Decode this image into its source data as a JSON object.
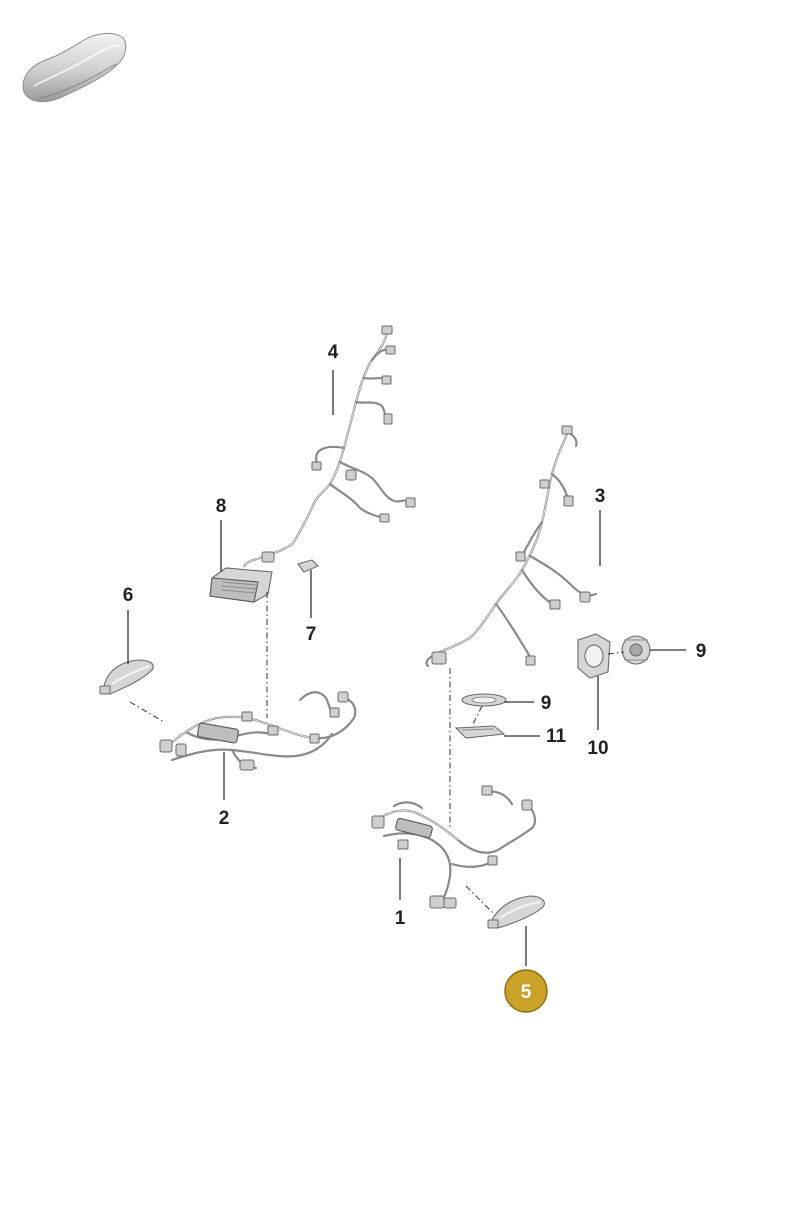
{
  "diagram": {
    "callouts": [
      {
        "id": "c4",
        "label": "4"
      },
      {
        "id": "c8",
        "label": "8"
      },
      {
        "id": "c7",
        "label": "7"
      },
      {
        "id": "c6",
        "label": "6"
      },
      {
        "id": "c2",
        "label": "2"
      },
      {
        "id": "c3",
        "label": "3"
      },
      {
        "id": "c9a",
        "label": "9"
      },
      {
        "id": "c9b",
        "label": "9"
      },
      {
        "id": "c11",
        "label": "11"
      },
      {
        "id": "c10",
        "label": "10"
      },
      {
        "id": "c1",
        "label": "1"
      },
      {
        "id": "c5",
        "label": "5"
      }
    ],
    "highlight_fill": "#c9a227",
    "highlight_text_color": "#ffffff"
  }
}
